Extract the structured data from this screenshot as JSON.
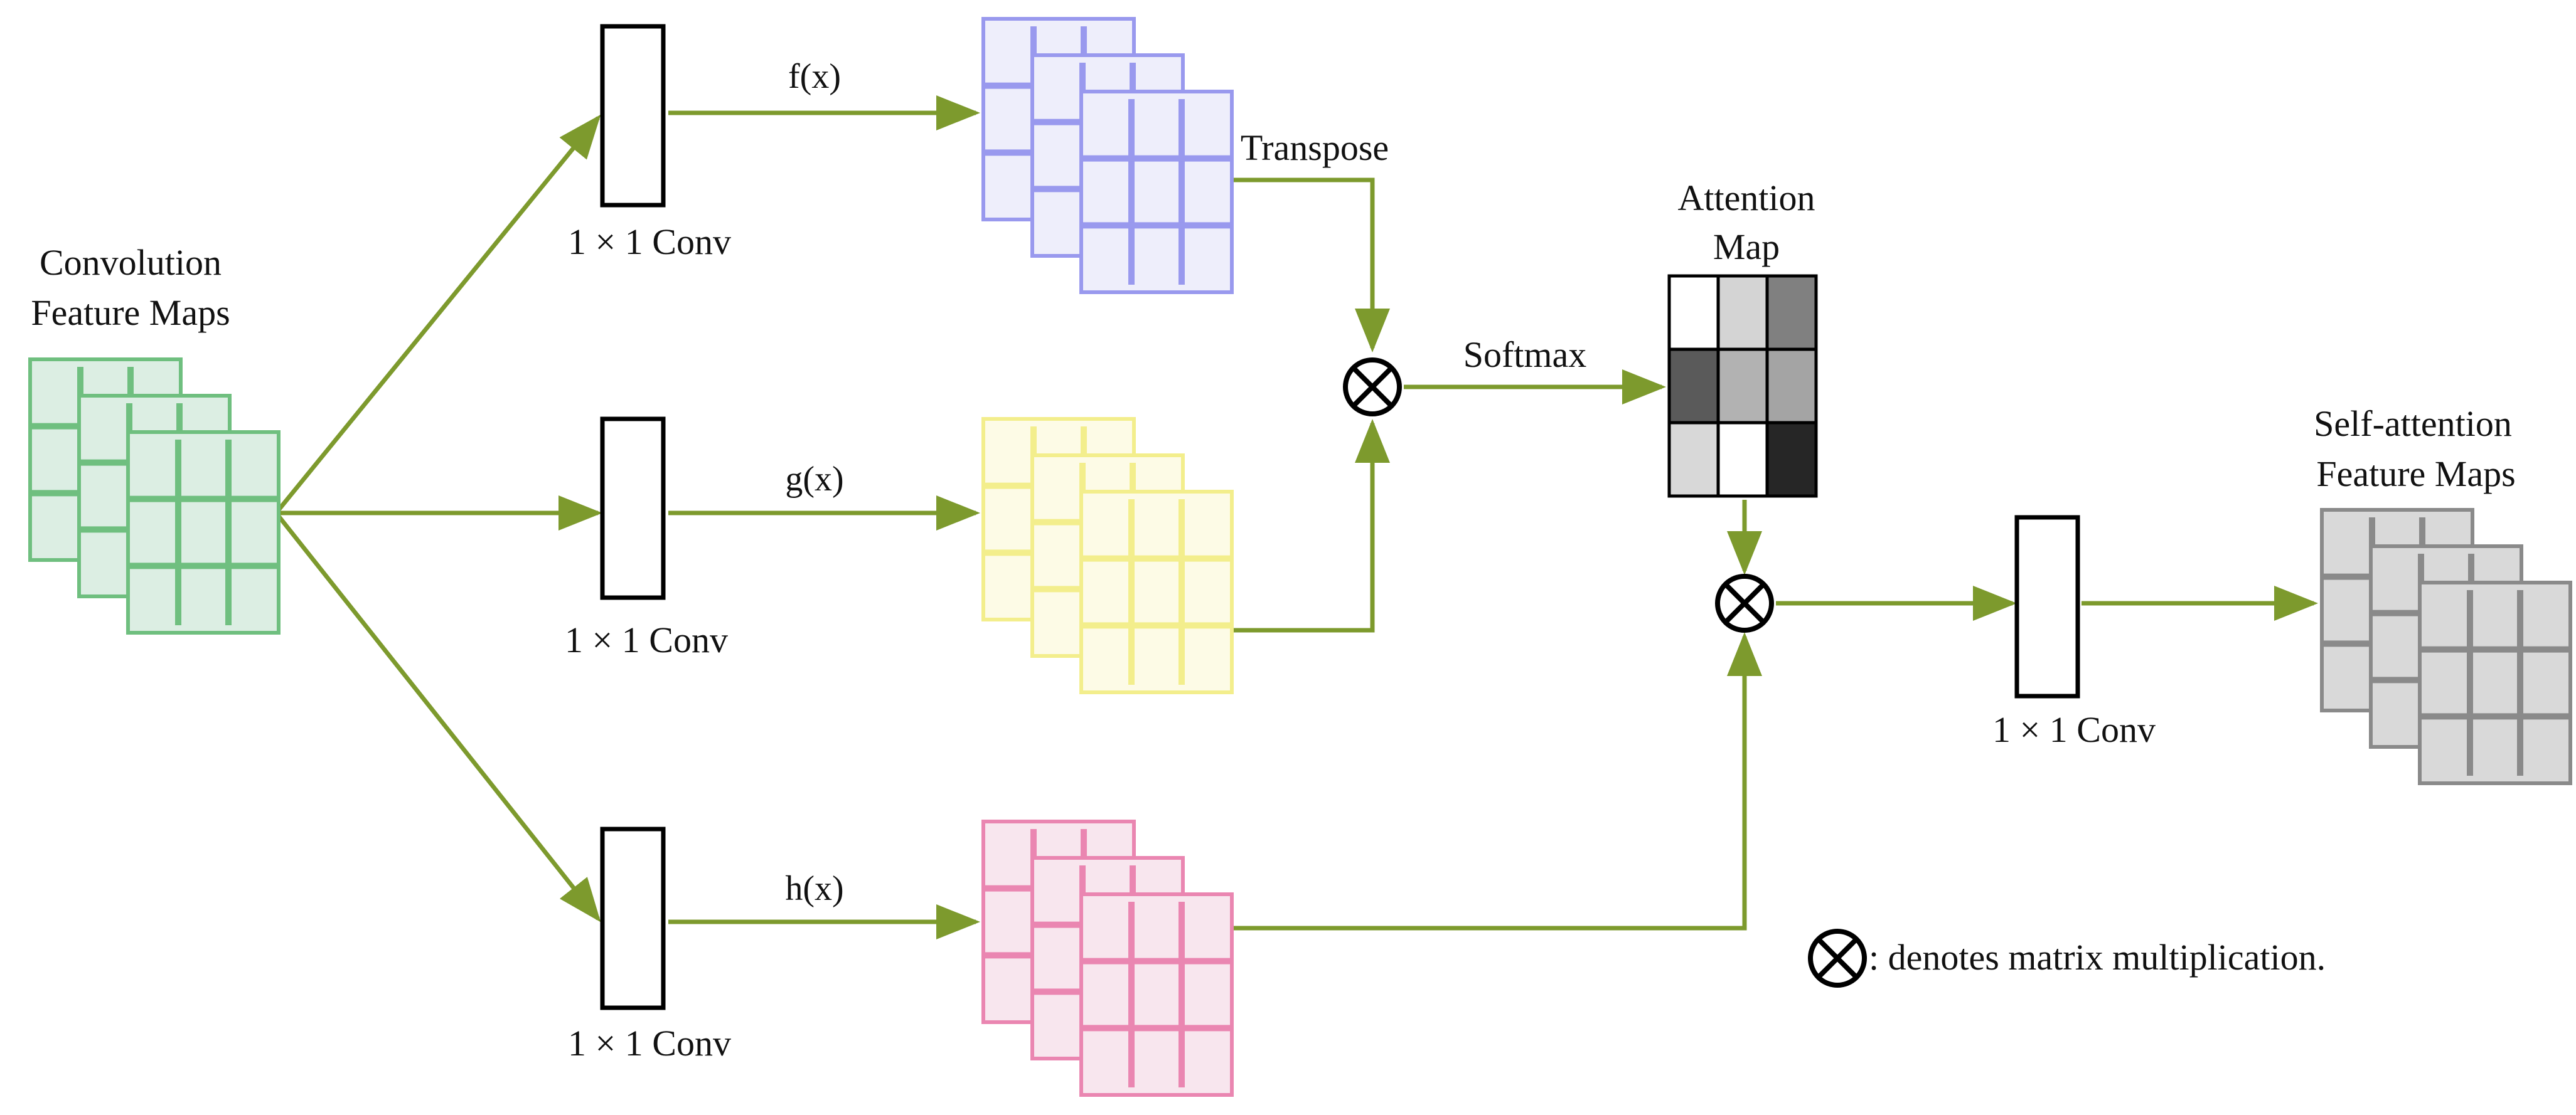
{
  "colors": {
    "arrow": "#7d9a2d",
    "green_fill": "#dceee3",
    "green_line": "#6fbf7f",
    "blue_fill": "#eeeefb",
    "blue_line": "#9999ee",
    "yellow_fill": "#fdfbe6",
    "yellow_line": "#f3ee8c",
    "pink_fill": "#f8e6ee",
    "pink_line": "#ea86b1",
    "gray_fill": "#d9d9d9",
    "gray_line": "#8a8a8a",
    "box_stroke": "#000000"
  },
  "input": {
    "label_line1": "Convolution",
    "label_line2": "Feature Maps",
    "icon": "stacked-feature-maps"
  },
  "branches": [
    {
      "func_label": "f(x)",
      "conv_label": "1 × 1 Conv"
    },
    {
      "func_label": "g(x)",
      "conv_label": "1 × 1 Conv"
    },
    {
      "func_label": "h(x)",
      "conv_label": "1 × 1 Conv"
    }
  ],
  "transpose_label": "Transpose",
  "softmax_label": "Softmax",
  "attention_map": {
    "label_line1": "Attention",
    "label_line2": "Map",
    "cells": [
      "#ffffff",
      "#d4d4d4",
      "#808080",
      "#5a5a5a",
      "#b2b2b2",
      "#a4a4a4",
      "#d8d8d8",
      "#ffffff",
      "#262626"
    ]
  },
  "output_conv_label": "1 × 1 Conv",
  "output": {
    "label_line1": "Self-attention",
    "label_line2": "Feature Maps",
    "icon": "stacked-feature-maps"
  },
  "legend": {
    "symbol": "⊗",
    "text": ": denotes matrix multiplication."
  }
}
